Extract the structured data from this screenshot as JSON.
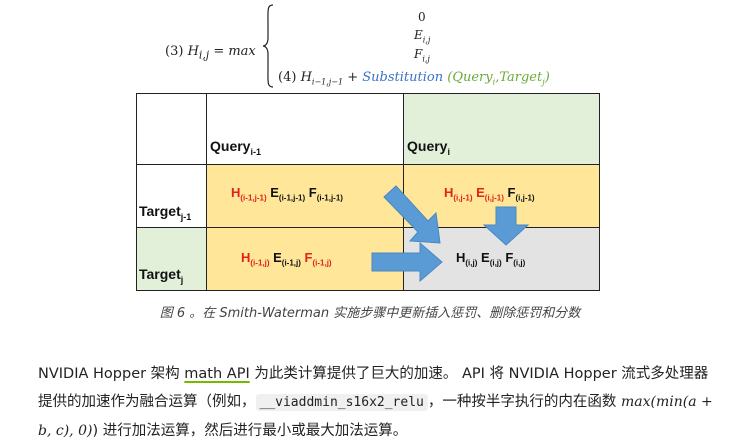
{
  "formula": {
    "lhs_label": "(3)",
    "lhs_var": "H",
    "lhs_sub": "i,j",
    "lhs_rest": "= max",
    "case0": "0",
    "case1_var": "E",
    "case1_sub": "i,j",
    "case2_var": "F",
    "case2_sub": "i,j",
    "case3_label": "(4)",
    "case3_var": "H",
    "case3_sub": "i−1,j−1",
    "case3_plus": "+",
    "case3_func": "Substitution",
    "case3_arg1": "Query",
    "case3_arg1_sub": "i",
    "case3_arg2": "Target",
    "case3_arg2_sub": "j",
    "colors": {
      "func": "#3a74c4",
      "args": "#6aaa3a"
    }
  },
  "table": {
    "col_headers": [
      {
        "base": "Query",
        "sub": "i-1"
      },
      {
        "base": "Query",
        "sub": "i"
      }
    ],
    "row_headers": [
      {
        "base": "Target",
        "sub": "j-1"
      },
      {
        "base": "Target",
        "sub": "j"
      }
    ],
    "cells": {
      "r1c1": {
        "h": "H",
        "h_sub": "(i-1,j-1)",
        "e": "E",
        "e_sub": "(i-1,j-1)",
        "f": "F",
        "f_sub": "(i-1,j-1)"
      },
      "r1c2": {
        "h": "H",
        "h_sub": "(i,j-1)",
        "e": "E",
        "e_sub": "(i,j-1)",
        "f": "F",
        "f_sub": "(i,j-1)"
      },
      "r2c1": {
        "h": "H",
        "h_sub": "(i-1,j)",
        "e": "E",
        "e_sub": "(i-1,j)",
        "f": "F",
        "f_sub": "(i-1,j)"
      },
      "r2c2": {
        "h": "H",
        "h_sub": "(i,j)",
        "e": "E",
        "e_sub": "(i,j)",
        "f": "F",
        "f_sub": "(i,j)"
      }
    },
    "colors": {
      "green": "#e2efd9",
      "yellow": "#ffe699",
      "gray": "#e3e3e3",
      "red": "#e0231c",
      "arrow": "#5b9bd5"
    }
  },
  "caption": "图 6 。在 Smith-Waterman 实施步骤中更新插入惩罚、删除惩罚和分数",
  "paragraph": {
    "t1": "NVIDIA Hopper 架构 ",
    "link": "math API",
    "t2": " 为此类计算提供了巨大的加速。 API 将 NVIDIA Hopper 流式多处理器提供的加速作为融合运算（例如，",
    "code": "__viaddmin_s16x2_relu",
    "t3": "，一种按半字执行的内在函数 ",
    "math": "max(min(a + b, c), 0)",
    "t4": ") 进行加法运算，然后进行最小或最大加法运算。"
  }
}
